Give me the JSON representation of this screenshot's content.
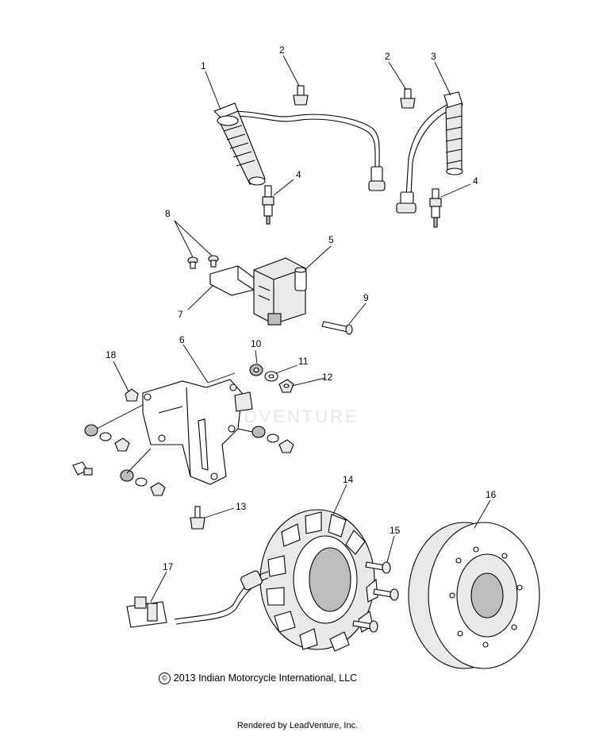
{
  "diagram": {
    "watermark": "ADVENTURE",
    "copyright": "2013 Indian Motorcycle International, LLC",
    "copyright_symbol": "©",
    "rendered_by": "Rendered by LeadVenture, Inc."
  },
  "callouts": {
    "c1": "1",
    "c2a": "2",
    "c2b": "2",
    "c3": "3",
    "c4a": "4",
    "c4b": "4",
    "c5": "5",
    "c6": "6",
    "c7": "7",
    "c8": "8",
    "c9": "9",
    "c10": "10",
    "c11": "11",
    "c12": "12",
    "c13": "13",
    "c14": "14",
    "c15": "15",
    "c16": "16",
    "c17": "17",
    "c18": "18"
  }
}
